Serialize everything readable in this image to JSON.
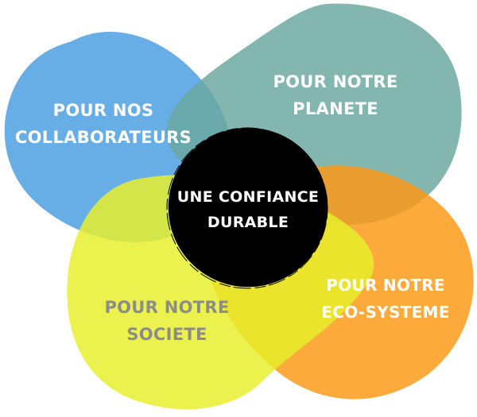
{
  "colors": {
    "collaborateurs": "#4b9fe1",
    "planete": "#6aa8a0",
    "ecosysteme": "#fd9a17",
    "societe": "#e7ef2b",
    "center": "#000000",
    "text_light": "#ffffff",
    "text_societe": "#8c8c8c"
  },
  "petals": {
    "collaborateurs": {
      "line1": "POUR NOS",
      "line2": "COLLABORATEURS"
    },
    "planete": {
      "line1": "POUR NOTRE",
      "line2": "PLANETE"
    },
    "ecosysteme": {
      "line1": "POUR NOTRE",
      "line2": "ECO-SYSTEME"
    },
    "societe": {
      "line1": "POUR NOTRE",
      "line2": "SOCIETE"
    }
  },
  "center": {
    "line1": "UNE CONFIANCE",
    "line2": "DURABLE"
  }
}
